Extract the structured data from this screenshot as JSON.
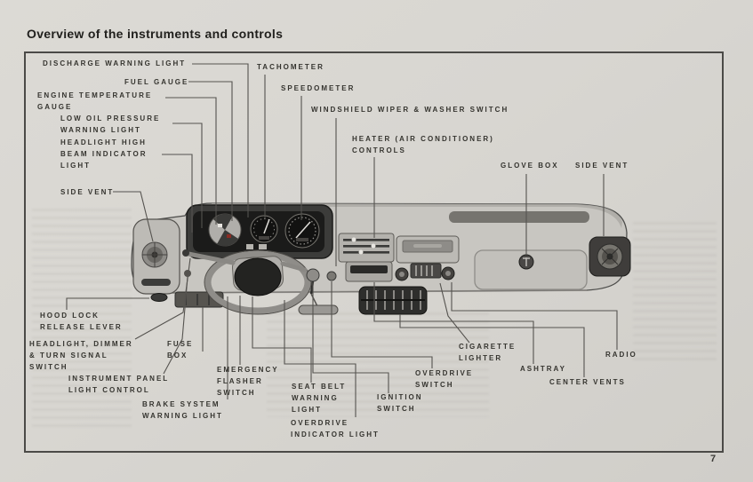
{
  "page": {
    "title": "Overview of the instruments and controls",
    "page_number": "7"
  },
  "colors": {
    "paper": "#d8d6d1",
    "ink": "#35342f",
    "leader_line": "#55534f",
    "cluster_dark": "#1b1b1a"
  },
  "labels": {
    "discharge": "DISCHARGE WARNING LIGHT",
    "fuel_gauge": "FUEL GAUGE",
    "engine_temp": "ENGINE TEMPERATURE\nGAUGE",
    "low_oil": "LOW OIL PRESSURE\nWARNING LIGHT",
    "high_beam": "HEADLIGHT HIGH\nBEAM INDICATOR\nLIGHT",
    "side_vent_left": "SIDE VENT",
    "tachometer": "TACHOMETER",
    "speedometer": "SPEEDOMETER",
    "wiper": "WINDSHIELD WIPER & WASHER SWITCH",
    "heater": "HEATER (AIR CONDITIONER)\nCONTROLS",
    "glove_box": "GLOVE BOX",
    "side_vent_right": "SIDE VENT",
    "hood_lock": "HOOD LOCK\nRELEASE LEVER",
    "headlight_dimmer": "HEADLIGHT, DIMMER\n& TURN SIGNAL\nSWITCH",
    "fuse_box": "FUSE\nBOX",
    "panel_light": "INSTRUMENT PANEL\nLIGHT CONTROL",
    "brake_warning": "BRAKE SYSTEM\nWARNING LIGHT",
    "emergency_flasher": "EMERGENCY\nFLASHER\nSWITCH",
    "seat_belt": "SEAT BELT\nWARNING\nLIGHT",
    "overdrive_indicator": "OVERDRIVE\nINDICATOR LIGHT",
    "ignition": "IGNITION\nSWITCH",
    "overdrive_switch": "OVERDRIVE\nSWITCH",
    "cigarette_lighter": "CIGARETTE\nLIGHTER",
    "ashtray": "ASHTRAY",
    "center_vents": "CENTER VENTS",
    "radio": "RADIO"
  }
}
